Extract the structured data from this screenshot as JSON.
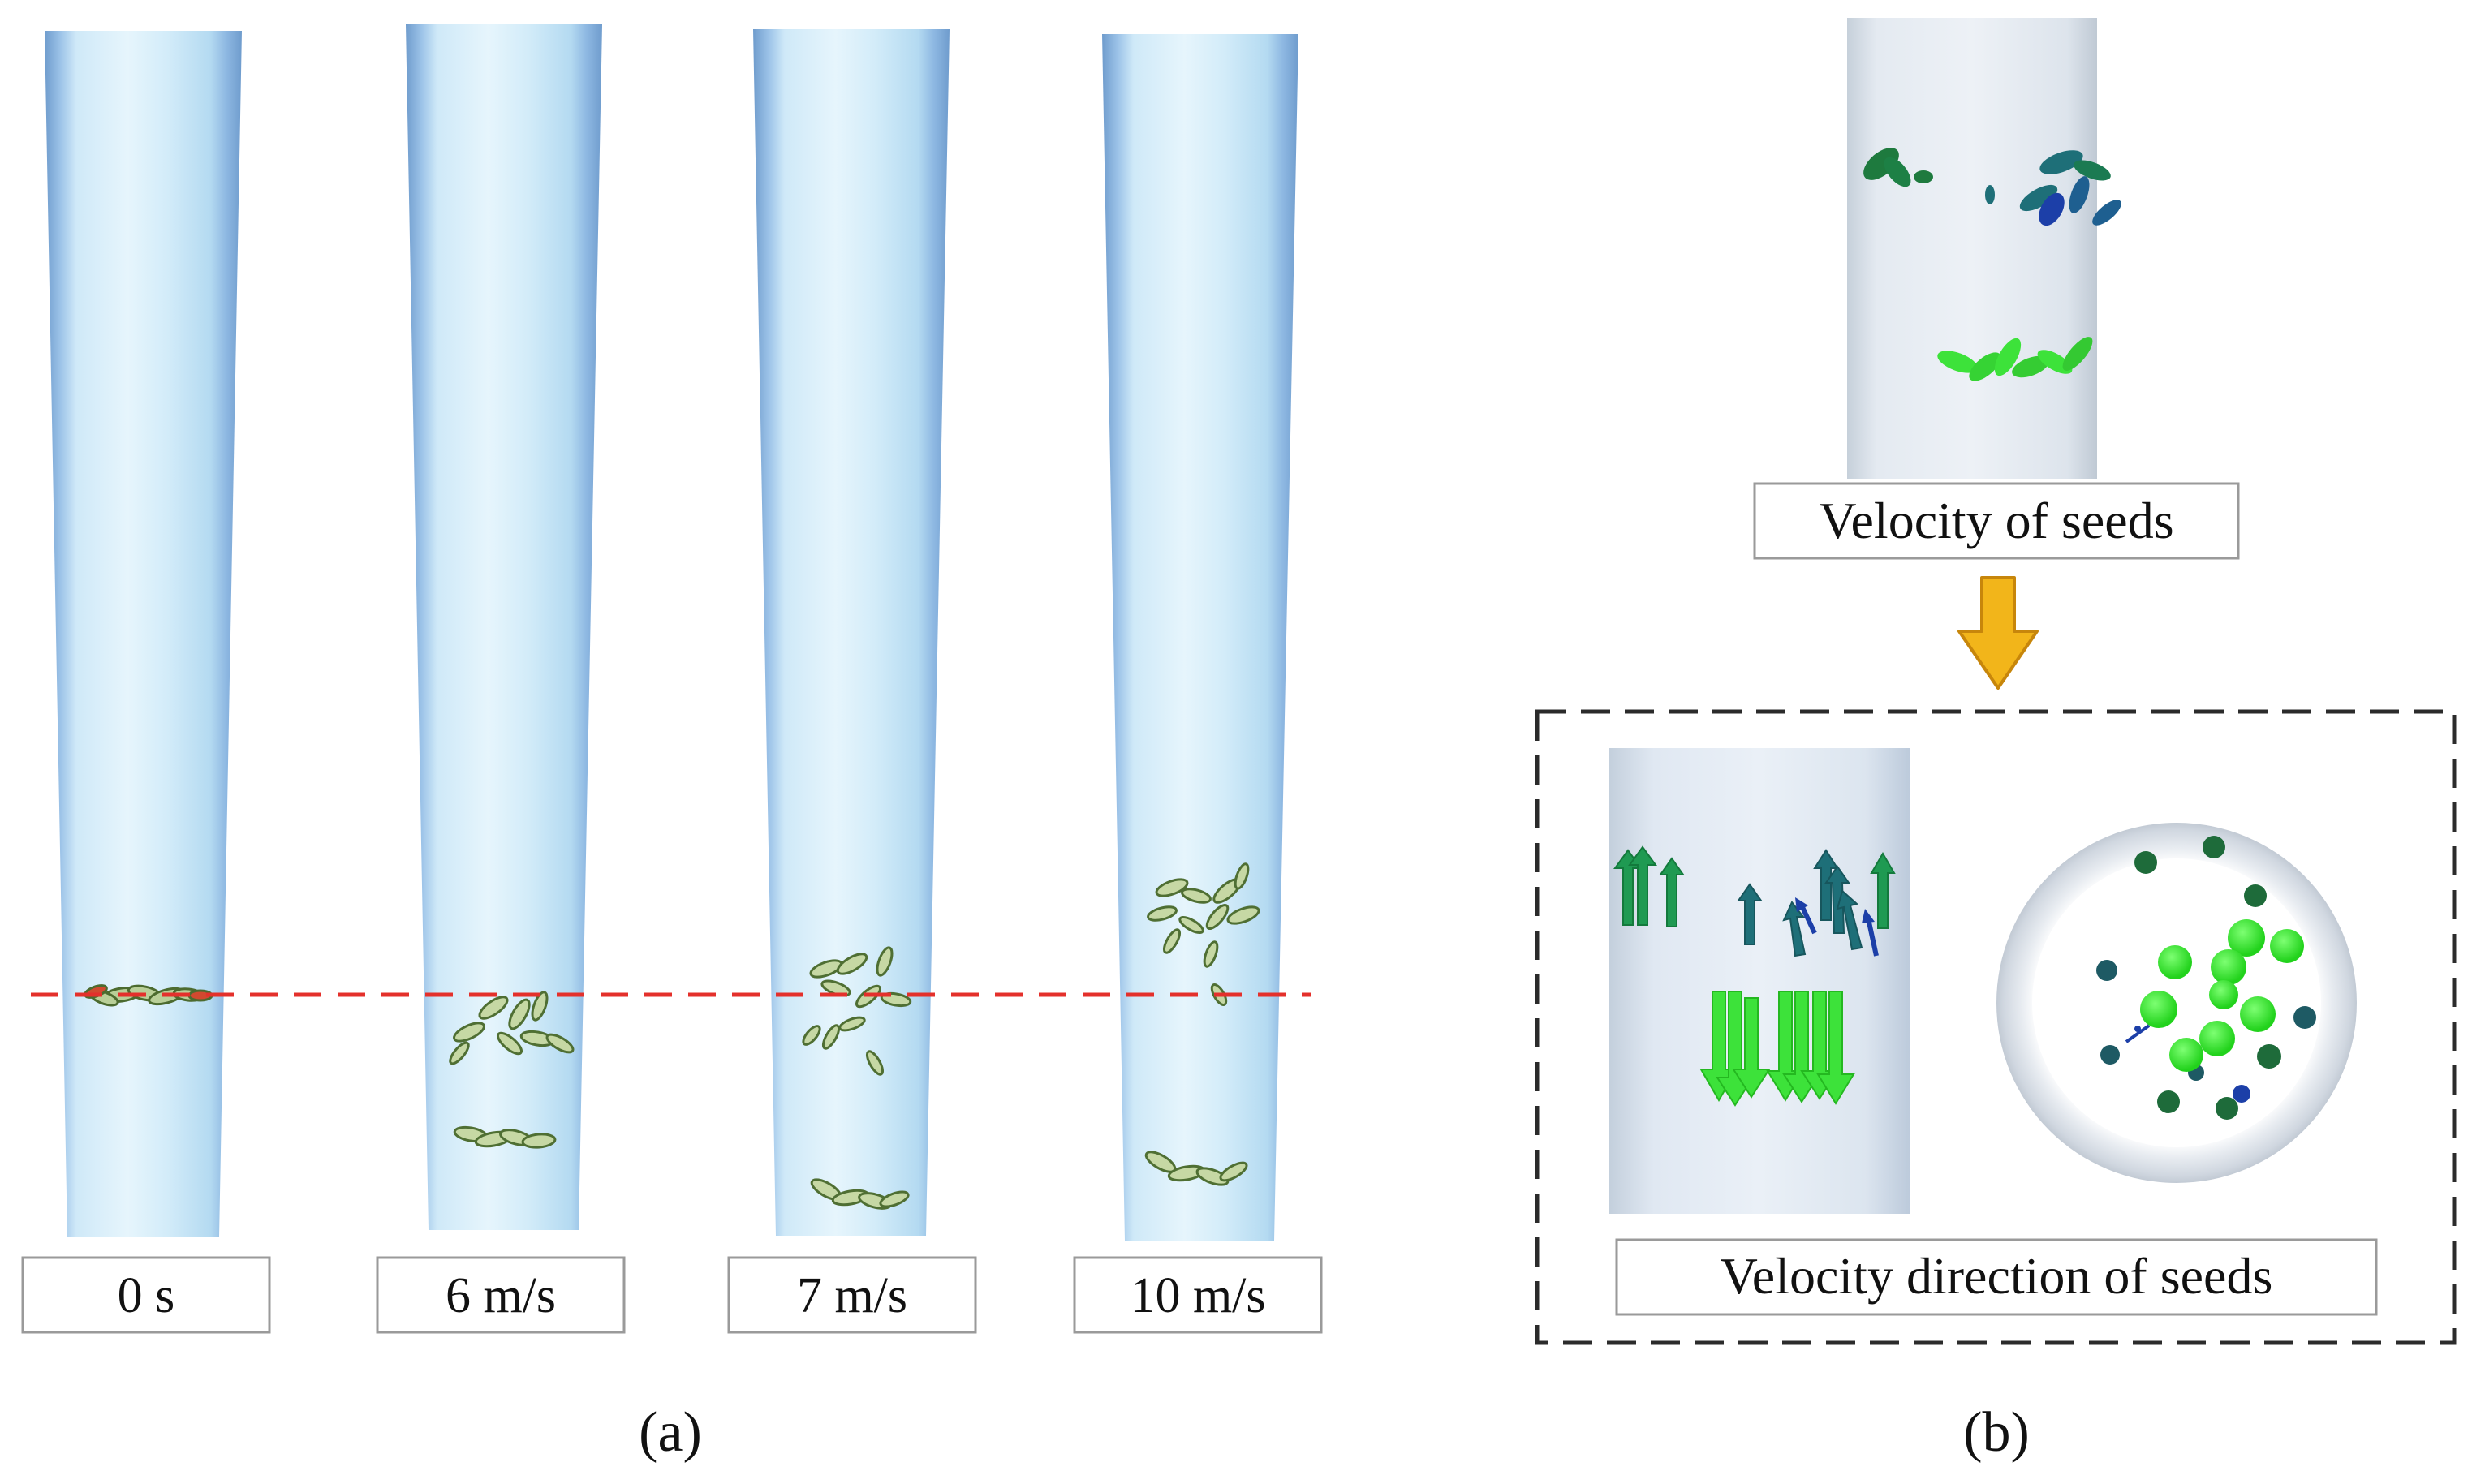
{
  "panel_a": {
    "tube_labels": [
      "0 s",
      "6 m/s",
      "7 m/s",
      "10 m/s"
    ],
    "caption": "(a)"
  },
  "panel_b": {
    "top_label": "Velocity of seeds",
    "bottom_label": "Velocity direction of seeds",
    "caption": "(b)"
  },
  "colors": {
    "tube_light": "#dff1fb",
    "tube_mid": "#a9d4ef",
    "tube_dark": "#7fa9d6",
    "seed_pale": "#c8d8a8",
    "seed_dark_green": "#1e7a3e",
    "seed_green": "#3de23a",
    "seed_teal": "#1e6f78",
    "seed_blue": "#1c3fa8",
    "reference_line": "#e4302b",
    "arrow_orange": "#f2b51a"
  },
  "icons": {
    "flow_arrow": "arrow-down-icon"
  }
}
